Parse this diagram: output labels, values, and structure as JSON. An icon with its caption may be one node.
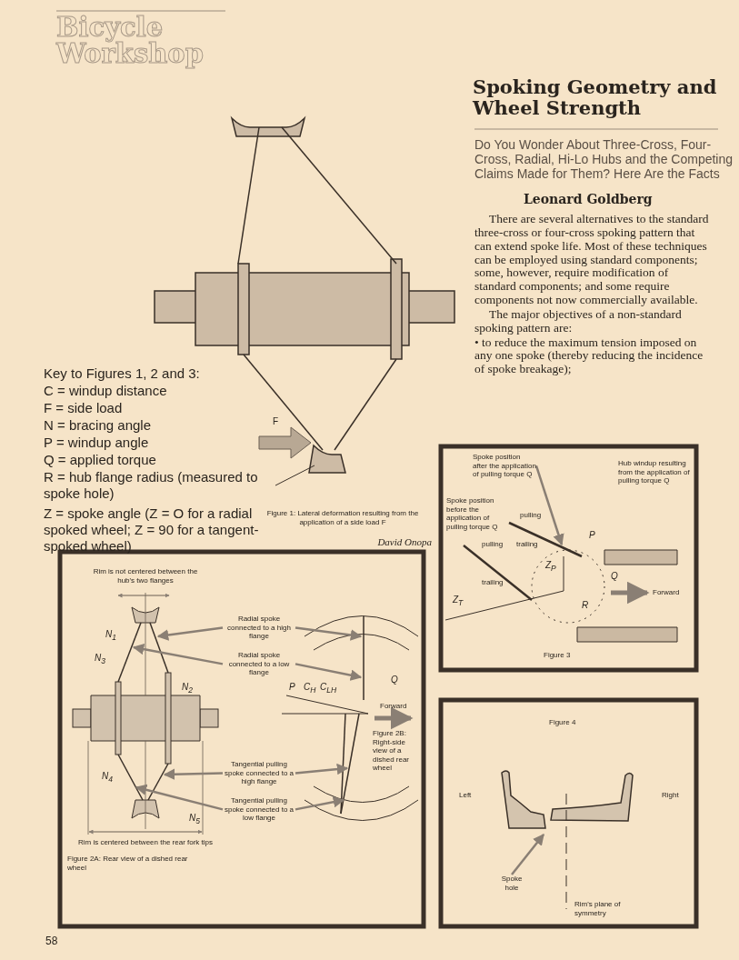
{
  "diagram": {
    "title": "Spoking Geometry and Wheel Strength",
    "nodes": [
      {
        "text": [
          "R = hub flange radius (measured to spoke hole)"
        ]
      },
      {
        "text": [
          "Radial spoke connected to a high flange"
        ]
      },
      {
        "text": [
          "Radial spoke connected to a low flange"
        ]
      },
      {
        "text": [
          "Tangential pulling spoke connected to a high flange"
        ]
      },
      {
        "text": [
          "Tangential pulling spoke connected to a low flange"
        ]
      },
      {
        "text": [
          "Spoke position after the application of pulling torque Q"
        ]
      },
      {
        "text": [
          "Spoke hole"
        ]
      },
      {
        "text": [],
        "shape": "bar"
      },
      {
        "text": [],
        "shape": "picture"
      }
    ],
    "edges": [
      {
        "from": 0,
        "to": null,
        "arrow": "none"
      },
      {
        "from": 1,
        "to": null,
        "arrow": "to"
      },
      {
        "from": 1,
        "to": null,
        "arrow": "to"
      },
      {
        "from": 2,
        "to": null,
        "arrow": "to"
      },
      {
        "from": 2,
        "to": null,
        "arrow": "to"
      },
      {
        "from": 3,
        "to": null,
        "arrow": "to"
      },
      {
        "from": 3,
        "to": null,
        "arrow": "to"
      },
      {
        "from": 4,
        "to": null,
        "arrow": "to"
      },
      {
        "from": 4,
        "to": null,
        "arrow": "to"
      },
      {
        "from": 5,
        "to": 7,
        "arrow": "to"
      },
      {
        "from": 6,
        "to": 8,
        "arrow": "to"
      }
    ],
    "labels": [
      "Bicycle Workshop",
      "Do You Wonder About Three-Cross, Four-Cross, Radial, Hi-Lo Hubs and the Competing Claims Made for Them? Here Are the Facts",
      "Leonard Goldberg",
      "There are several alternatives to the standard three-cross or four-cross spoking pattern that can extend spoke life. Most of these techniques can be employed using standard components; some, however, require modification of standard components; and some require components not now commercially available.",
      "The major objectives of a non-standard spoking pattern are:",
      "• to reduce the maximum tension imposed on any one spoke (thereby reducing the incidence of spoke breakage);",
      "F",
      "Key to Figures 1, 2 and 3:",
      "C = windup distance",
      "F = side load",
      "N = bracing angle",
      "P = windup angle",
      "Q = applied torque",
      "Z = spoke angle (Z = O for a radial spoked wheel; Z = 90 for a tangent-spoked wheel)",
      "Figure 1: Lateral deformation resulting from the application of a side load F",
      "David Onopa",
      "Rim is not centered between the hub's two flanges",
      "N$_{1}$",
      "N$_{2}$",
      "N$_{3}$",
      "N$_{4}$",
      "N$_{5}$",
      "P",
      "C$_{H}$",
      "C$_{LH}$",
      "Q",
      "Forward",
      "Figure 2A: Rear view of a dished rear wheel",
      "Figure 2B: Right-side view of a dished rear wheel",
      "Rim is centered between the rear fork tips",
      "Spoke position before the application of pulling torque Q",
      "Hub windup resulting from the application of pulling torque Q",
      "pulling",
      "trailing",
      "pulling",
      "trailing",
      "P",
      "Z$_{P}$",
      "Z$_{T}$",
      "Q",
      "Forward",
      "R",
      "Figure 3",
      "Figure 4",
      "Left",
      "Right",
      "Rim's plane of symmetry",
      "58"
    ]
  }
}
